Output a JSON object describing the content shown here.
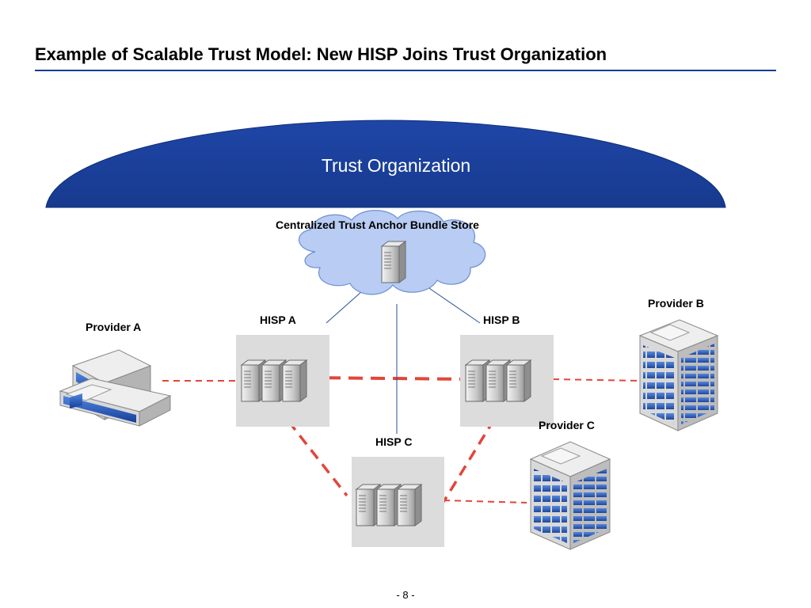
{
  "slide": {
    "title": "Example of Scalable Trust Model: New HISP Joins Trust Organization",
    "page_number": "- 8 -"
  },
  "diagram": {
    "trust_organization": "Trust Organization",
    "trust_anchor_store": "Centralized Trust Anchor Bundle Store",
    "hisps": {
      "a": "HISP A",
      "b": "HISP B",
      "c": "HISP C"
    },
    "providers": {
      "a": "Provider A",
      "b": "Provider B",
      "c": "Provider C"
    },
    "colors": {
      "title_rule": "#0f3d91",
      "trust_dome": "#1c3f9c",
      "cloud_fill": "#b8ccf4",
      "connector": "#2a4f8f",
      "dashed_link": "#e2463a",
      "hisp_box": "#dcdcdc"
    },
    "icons": [
      "server-icon",
      "server-rack-icon",
      "building-icon",
      "office-tower-icon",
      "cloud-icon"
    ]
  }
}
